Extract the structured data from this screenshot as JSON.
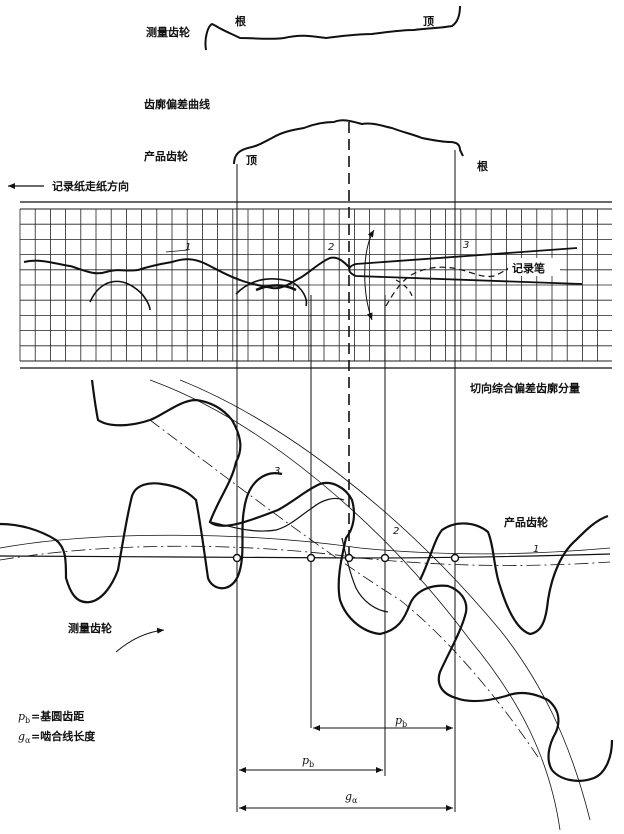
{
  "labels": {
    "measuring_gear_top": "测量齿轮",
    "root_top": "根",
    "tip_top": "顶",
    "profile_deviation_curve": "齿廓偏差曲线",
    "product_gear_top": "产品齿轮",
    "tip_mid": "顶",
    "root_mid": "根",
    "paper_direction": "记录纸走纸方向",
    "recorder_pen": "记录笔",
    "tangential_component": "切向综合偏差齿廓分量",
    "product_gear_bottom": "产品齿轮",
    "measuring_gear_bottom": "测量齿轮",
    "num_1_chart": "1",
    "num_2_chart": "2",
    "num_3_chart": "3",
    "num_1_gear": "1",
    "num_2_gear": "2",
    "num_3_gear": "3"
  },
  "legend": {
    "pb_symbol": "p",
    "pb_sub": "b",
    "pb_text": "=基圆齿距",
    "ga_symbol": "g",
    "ga_sub": "α",
    "ga_text": "=啮合线长度"
  },
  "dimensions": {
    "pb_right_symbol": "p",
    "pb_right_sub": "b",
    "pb_left_symbol": "p",
    "pb_left_sub": "b",
    "ga_symbol": "g",
    "ga_sub": "α"
  }
}
